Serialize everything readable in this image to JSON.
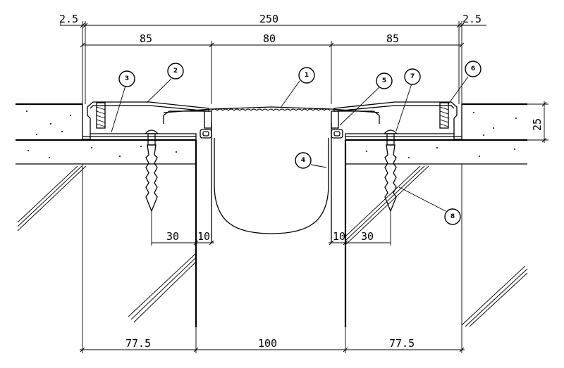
{
  "dimensions": {
    "left_offset": "2.5",
    "total_width": "250",
    "right_offset": "2.5",
    "left_plate": "85",
    "center_cover": "80",
    "right_plate": "85",
    "height": "25",
    "left_anchor_dist": "30",
    "left_gap": "10",
    "right_gap": "10",
    "right_anchor_dist": "30",
    "bottom_left": "77.5",
    "bottom_center": "100",
    "bottom_right": "77.5"
  },
  "callouts": [
    "1",
    "2",
    "3",
    "4",
    "5",
    "6",
    "7",
    "8"
  ]
}
